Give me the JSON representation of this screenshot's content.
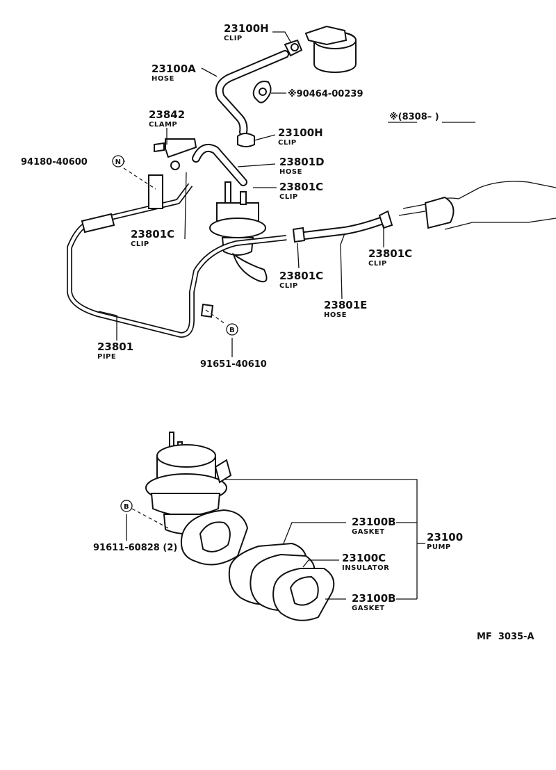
{
  "diagram_id": "MF  3035-A",
  "series_note": "※(8308–        )",
  "callouts": {
    "c1": {
      "part": "23100H",
      "name": "CLIP"
    },
    "c2": {
      "part": "23100A",
      "name": "HOSE"
    },
    "c3": {
      "part": "※90464-00239"
    },
    "c4": {
      "part": "23842",
      "name": "CLAMP"
    },
    "c5": {
      "part": "23100H",
      "name": "CLIP"
    },
    "c6": {
      "part": "94180-40600",
      "badge": "N"
    },
    "c7": {
      "part": "23801D",
      "name": "HOSE"
    },
    "c8": {
      "part": "23801C",
      "name": "CLIP"
    },
    "c9": {
      "part": "23801C",
      "name": "CLIP"
    },
    "c10": {
      "part": "23801C",
      "name": "CLIP"
    },
    "c11": {
      "part": "23801C",
      "name": "CLIP"
    },
    "c12": {
      "part": "23801E",
      "name": "HOSE"
    },
    "c13": {
      "part": "23801",
      "name": "PIPE"
    },
    "c14": {
      "part": "91651-40610",
      "badge": "B"
    },
    "c15": {
      "part": "91611-60828 (2)",
      "badge": "B"
    },
    "c16": {
      "part": "23100B",
      "name": "GASKET"
    },
    "c17": {
      "part": "23100C",
      "name": "INSULATOR"
    },
    "c18": {
      "part": "23100B",
      "name": "GASKET"
    },
    "c19": {
      "part": "23100",
      "name": "PUMP"
    }
  }
}
